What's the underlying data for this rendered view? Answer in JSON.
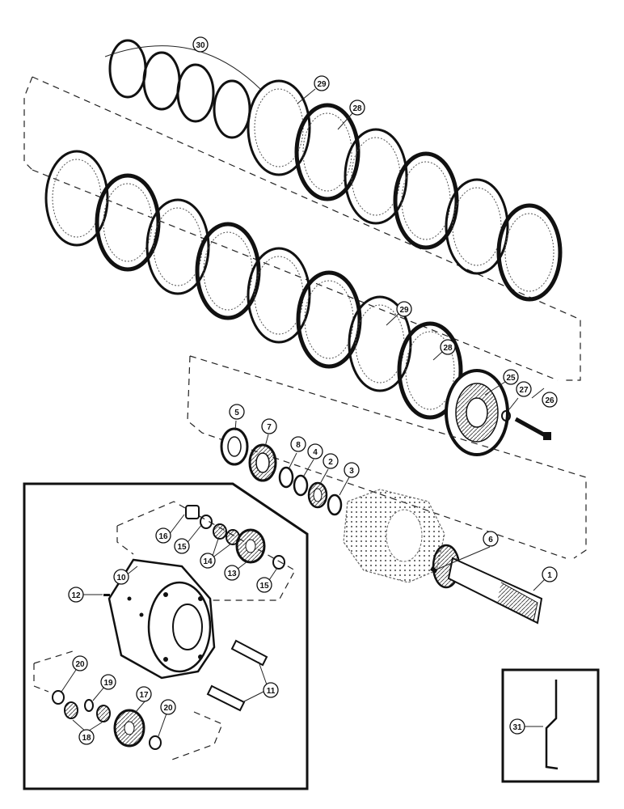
{
  "callouts": {
    "c1": "1",
    "c2": "2",
    "c3": "3",
    "c4": "4",
    "c5": "5",
    "c6": "6",
    "c7": "7",
    "c8": "8",
    "c10": "10",
    "c11": "11",
    "c12": "12",
    "c13": "13",
    "c14": "14",
    "c15a": "15",
    "c15b": "15",
    "c16": "16",
    "c17": "17",
    "c18": "18",
    "c19": "19",
    "c20a": "20",
    "c20b": "20",
    "c25": "25",
    "c26": "26",
    "c27": "27",
    "c28a": "28",
    "c28b": "28",
    "c29a": "29",
    "c29b": "29",
    "c30": "30",
    "c31": "31"
  }
}
